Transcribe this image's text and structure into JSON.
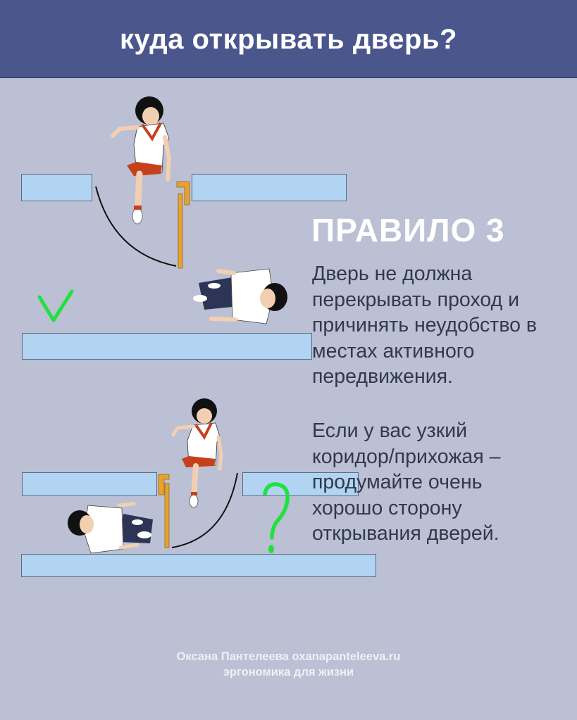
{
  "header": {
    "title": "куда открывать дверь?",
    "background": "#4b568c"
  },
  "rule": {
    "title": "ПРАВИЛО 3",
    "paragraph1": [
      "Дверь не должна",
      "перекрывать проход и",
      "причинять неудобство в",
      "местах активного",
      "передвижения."
    ],
    "paragraph2": [
      "Если у вас узкий",
      "коридор/прихожая –",
      "продумайте очень",
      "хорошо сторону",
      "открывания дверей."
    ]
  },
  "illustration": {
    "top_scene": {
      "mark": "checkmark-icon",
      "mark_color": "#22e040",
      "door_color": "#e8a22c",
      "wall_color": "#b0d4f1"
    },
    "bottom_scene": {
      "mark": "question-mark-icon",
      "mark_color": "#22e040",
      "mark_text": "?",
      "door_color": "#e8a22c",
      "wall_color": "#b0d4f1"
    }
  },
  "footer": {
    "line1": "Оксана Пантелеева oxanapanteleeva.ru",
    "line2": "эргономика для жизни"
  }
}
